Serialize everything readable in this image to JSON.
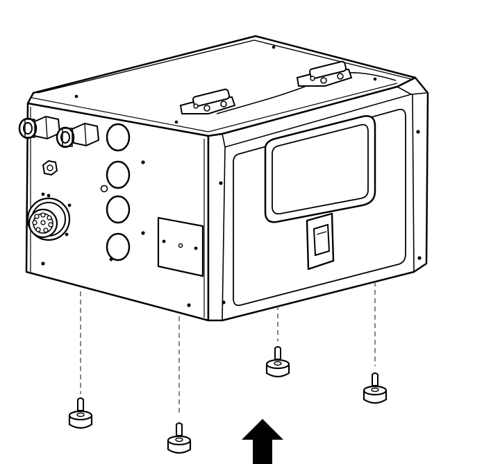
{
  "diagram": {
    "subject": "enclosure-box",
    "feet_count": 4,
    "connectors_count": 4,
    "arrow_direction": "up"
  },
  "colors": {
    "stroke": "#000000",
    "fill": "#ffffff",
    "shade": "#e6e6e6",
    "dash": "#444444"
  }
}
